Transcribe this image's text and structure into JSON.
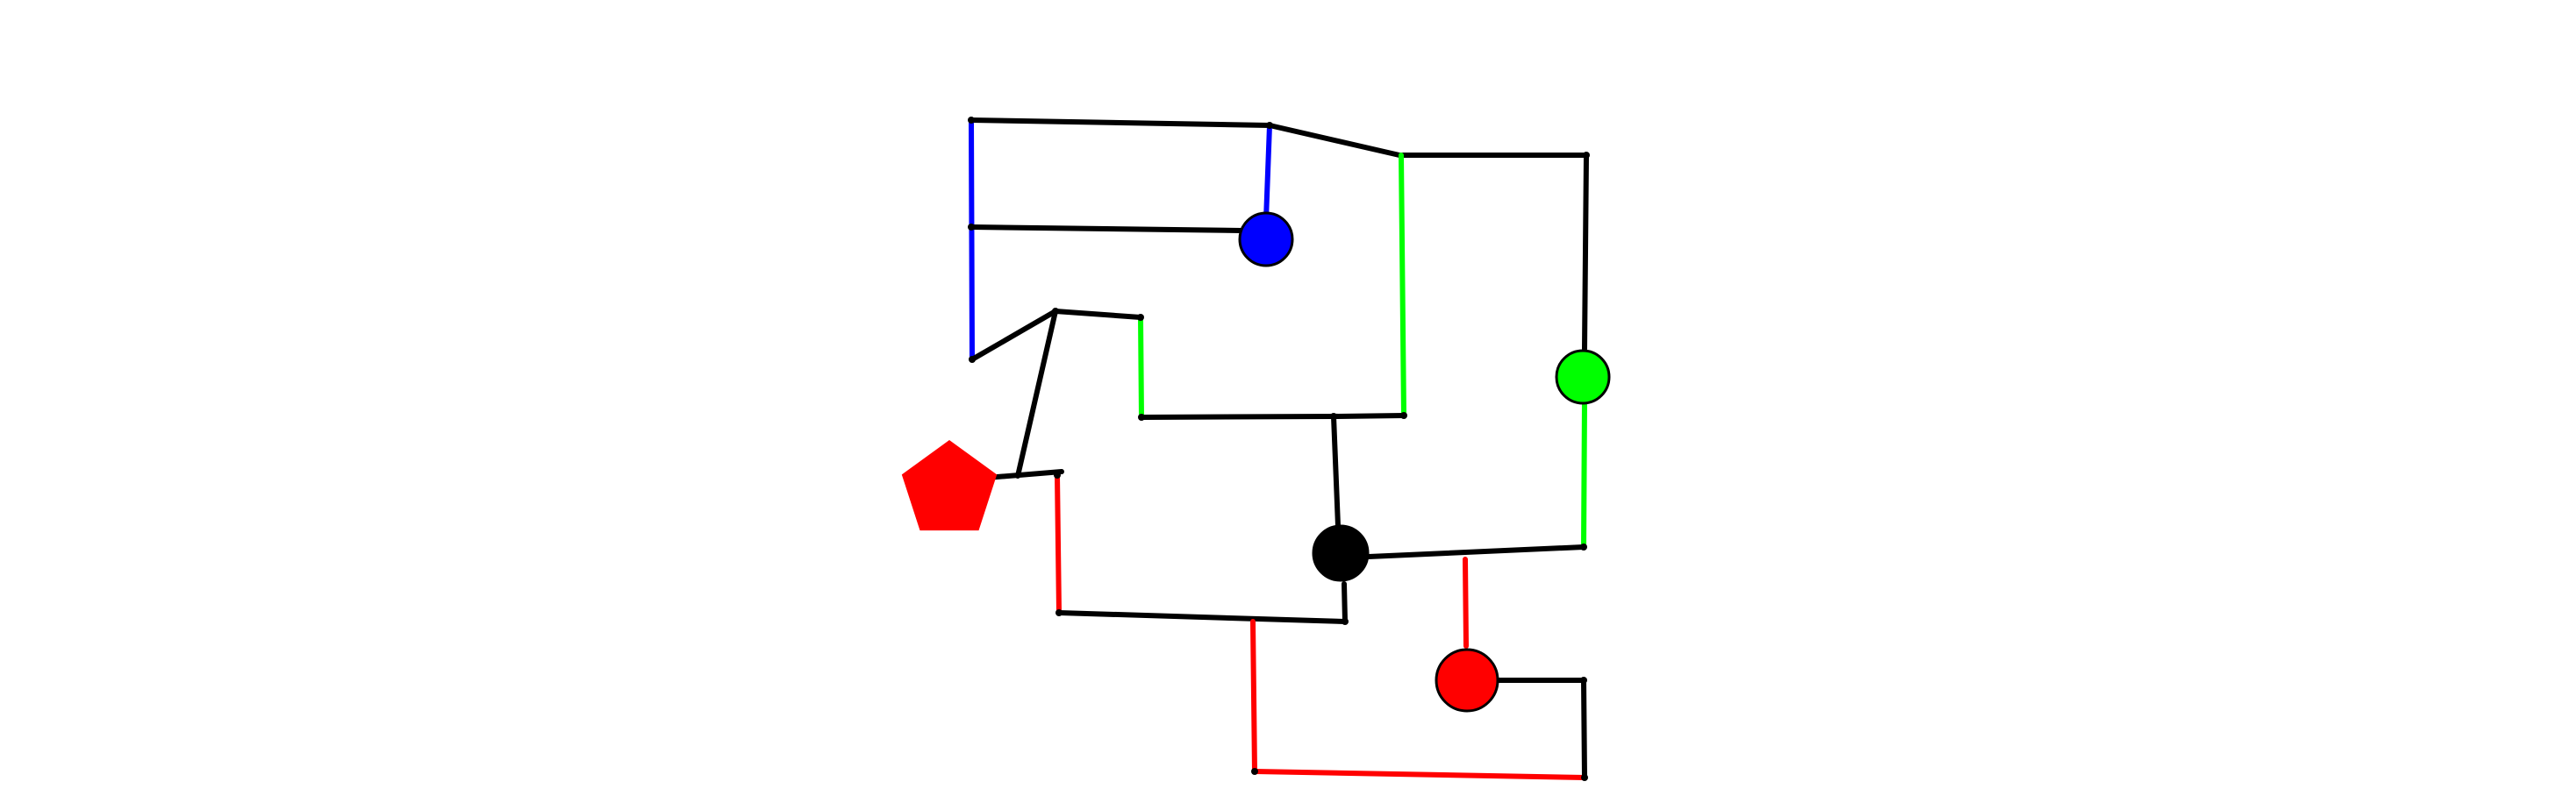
{
  "colors": {
    "background": "#ffffff",
    "black": "#000000",
    "blue": "#0000ff",
    "green": "#00ff00",
    "red": "#ff0000"
  },
  "diagram": {
    "nodes": [
      {
        "id": "blue-circle-node",
        "shape": "circle",
        "color": "blue"
      },
      {
        "id": "green-circle-node",
        "shape": "circle",
        "color": "green"
      },
      {
        "id": "black-circle-node",
        "shape": "circle",
        "color": "black"
      },
      {
        "id": "red-circle-node",
        "shape": "circle",
        "color": "red"
      },
      {
        "id": "red-pentagon-node",
        "shape": "pentagon",
        "color": "red"
      }
    ],
    "edges": [
      {
        "id": "edge-1",
        "color": "black"
      },
      {
        "id": "edge-2",
        "color": "black"
      },
      {
        "id": "edge-3",
        "color": "black"
      },
      {
        "id": "edge-4",
        "color": "black"
      },
      {
        "id": "edge-5",
        "color": "blue"
      },
      {
        "id": "edge-6",
        "color": "blue"
      },
      {
        "id": "edge-7",
        "color": "black"
      },
      {
        "id": "edge-8",
        "color": "black"
      },
      {
        "id": "edge-9",
        "color": "black"
      },
      {
        "id": "edge-10",
        "color": "black"
      },
      {
        "id": "edge-11",
        "color": "green"
      },
      {
        "id": "edge-12",
        "color": "black"
      },
      {
        "id": "edge-13",
        "color": "black"
      },
      {
        "id": "edge-14",
        "color": "green"
      },
      {
        "id": "edge-15",
        "color": "green"
      },
      {
        "id": "edge-16",
        "color": "black"
      },
      {
        "id": "edge-17",
        "color": "black"
      },
      {
        "id": "edge-18",
        "color": "red"
      },
      {
        "id": "edge-19",
        "color": "black"
      },
      {
        "id": "edge-20",
        "color": "black"
      },
      {
        "id": "edge-21",
        "color": "red"
      },
      {
        "id": "edge-22",
        "color": "red"
      },
      {
        "id": "edge-23",
        "color": "black"
      },
      {
        "id": "edge-24",
        "color": "black"
      },
      {
        "id": "edge-25",
        "color": "red"
      },
      {
        "id": "edge-26",
        "color": "black"
      }
    ]
  }
}
